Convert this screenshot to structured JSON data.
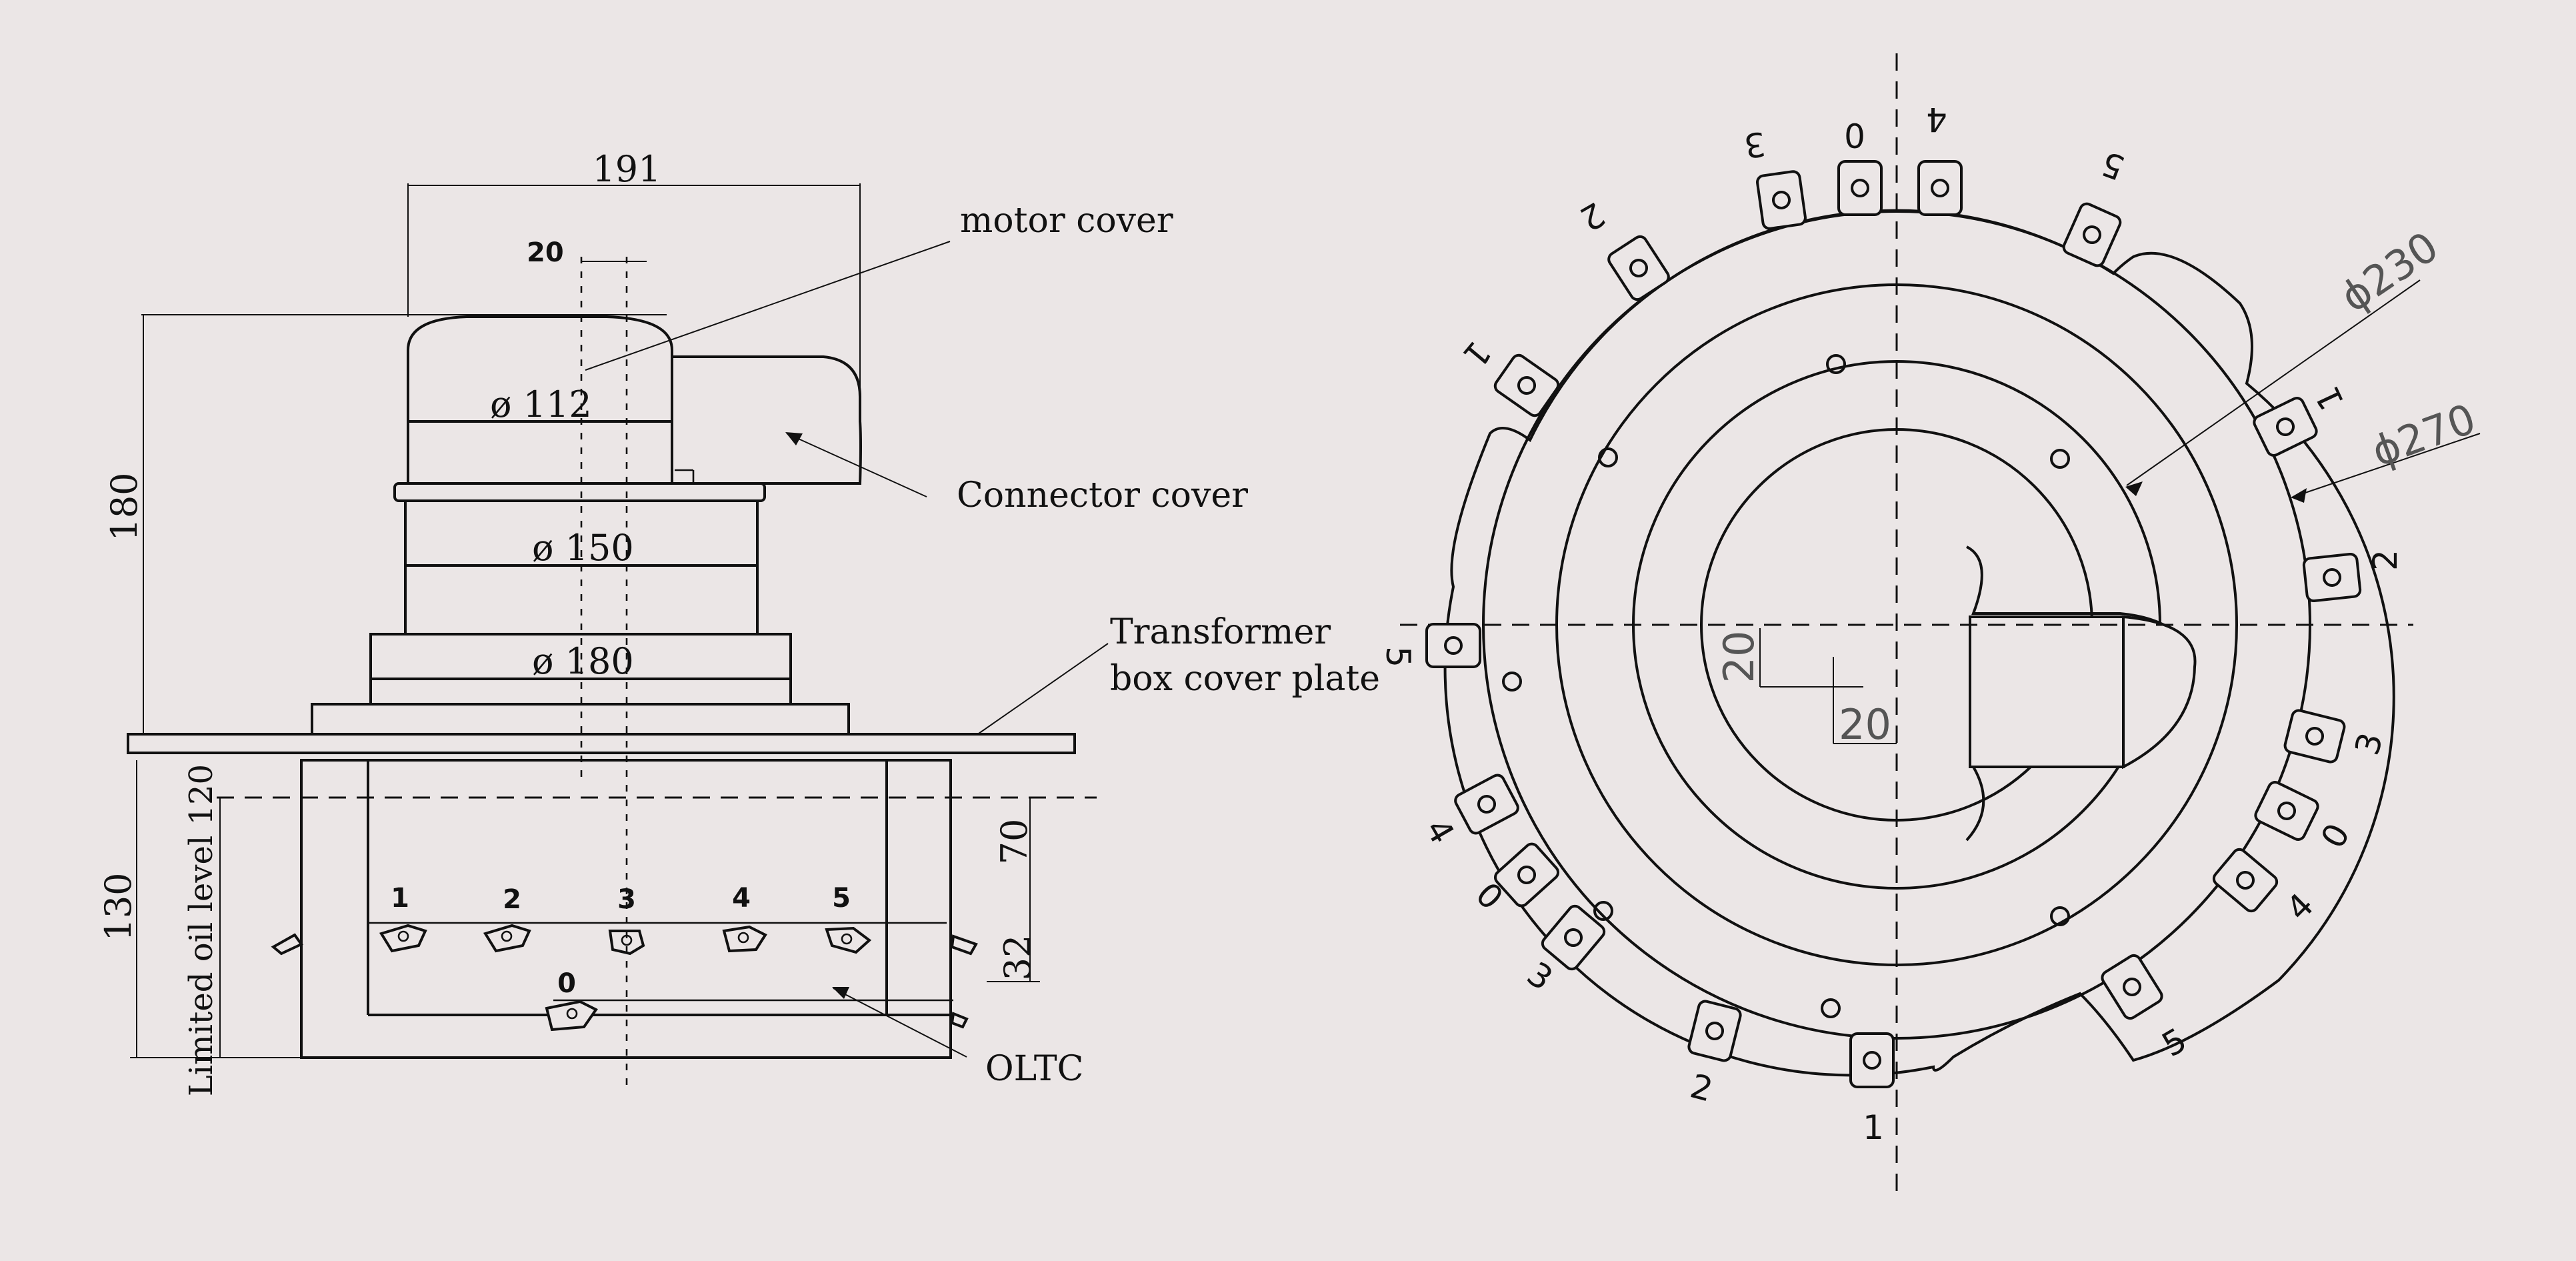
{
  "side_view": {
    "dimensions": {
      "width_top": "191",
      "offset": "20",
      "diameter_1": "ø 112",
      "diameter_2": "ø 150",
      "diameter_3": "ø 180",
      "height_total": "180",
      "height_lower": "130",
      "dim_70": "70",
      "dim_32": "32",
      "oil_level": "Limited oil level 120"
    },
    "callouts": {
      "motor_cover": "motor cover",
      "connector_cover": "Connector cover",
      "transformer_line1": "Transformer",
      "transformer_line2": "box cover plate",
      "oltc": "OLTC"
    },
    "tap_labels": [
      "1",
      "2",
      "3",
      "4",
      "5",
      "0"
    ]
  },
  "top_view": {
    "dimensions": {
      "diameter_230": "ϕ230",
      "diameter_270": "ϕ270",
      "offset_v": "20",
      "offset_h": "20"
    },
    "terminal_labels": [
      {
        "id": "t-3a",
        "text": "3"
      },
      {
        "id": "t-0a",
        "text": "0"
      },
      {
        "id": "t-4a",
        "text": "4"
      },
      {
        "id": "t-5a",
        "text": "5"
      },
      {
        "id": "t-2a",
        "text": "2"
      },
      {
        "id": "t-1a",
        "text": "1"
      },
      {
        "id": "t-1b",
        "text": "1"
      },
      {
        "id": "t-2b",
        "text": "2"
      },
      {
        "id": "t-5b",
        "text": "5"
      },
      {
        "id": "t-3b",
        "text": "3"
      },
      {
        "id": "t-0b",
        "text": "0"
      },
      {
        "id": "t-4b",
        "text": "4"
      },
      {
        "id": "t-4c",
        "text": "4"
      },
      {
        "id": "t-0c",
        "text": "0"
      },
      {
        "id": "t-3c",
        "text": "3"
      },
      {
        "id": "t-5c",
        "text": "5"
      },
      {
        "id": "t-2c",
        "text": "2"
      },
      {
        "id": "t-1c",
        "text": "1"
      }
    ]
  }
}
